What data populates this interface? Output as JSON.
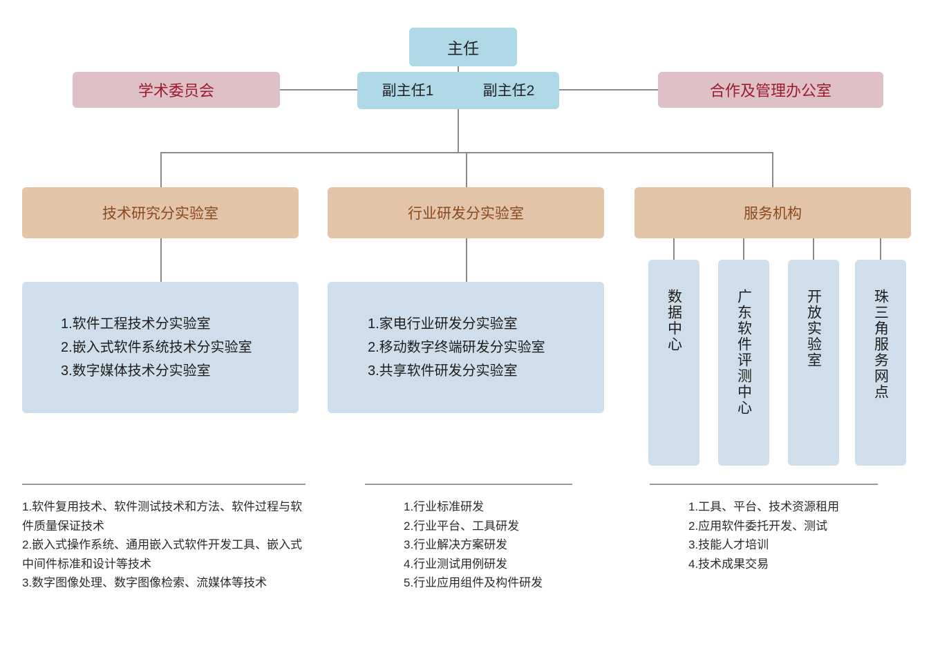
{
  "org_chart": {
    "chief": {
      "label": "主任"
    },
    "deputies": [
      {
        "label": "副主任1"
      },
      {
        "label": "副主任2"
      }
    ],
    "side_units": [
      {
        "label": "学术委员会",
        "side": "left"
      },
      {
        "label": "合作及管理办公室",
        "side": "right"
      }
    ],
    "divisions": [
      {
        "header": "技术研究分实验室",
        "items": [
          "1.软件工程技术分实验室",
          "2.嵌入式软件系统技术分实验室",
          "3.数字媒体技术分实验室"
        ],
        "footnotes": [
          "1.软件复用技术、软件测试技术和方法、软件过程与软件质量保证技术",
          "2.嵌入式操作系统、通用嵌入式软件开发工具、嵌入式中间件标准和设计等技术",
          "3.数字图像处理、数字图像检索、流媒体等技术"
        ]
      },
      {
        "header": "行业研发分实验室",
        "items": [
          "1.家电行业研发分实验室",
          "2.移动数字终端研发分实验室",
          "3.共享软件研发分实验室"
        ],
        "footnotes": [
          "1.行业标准研发",
          "2.行业平台、工具研发",
          "3.行业解决方案研发",
          "4.行业测试用例研发",
          "5.行业应用组件及构件研发"
        ]
      },
      {
        "header": "服务机构",
        "vertical_units": [
          "数据中心",
          "广东软件评测中心",
          "开放实验室",
          "珠三角服务网点"
        ],
        "footnotes": [
          "1.工具、平台、技术资源租用",
          "2.应用软件委托开发、测试",
          "3.技能人才培训",
          "4.技术成果交易"
        ]
      }
    ]
  },
  "colors": {
    "header_blue": "#aed8e6",
    "content_blue": "#cedfeb",
    "pink": "#dfc0c6",
    "pink_text": "#9a1c2e",
    "tan": "#e4c4a8",
    "tan_text": "#8a4a1e",
    "connector": "#8a8a8a",
    "rule": "#9b9b9b",
    "background": "#ffffff"
  }
}
